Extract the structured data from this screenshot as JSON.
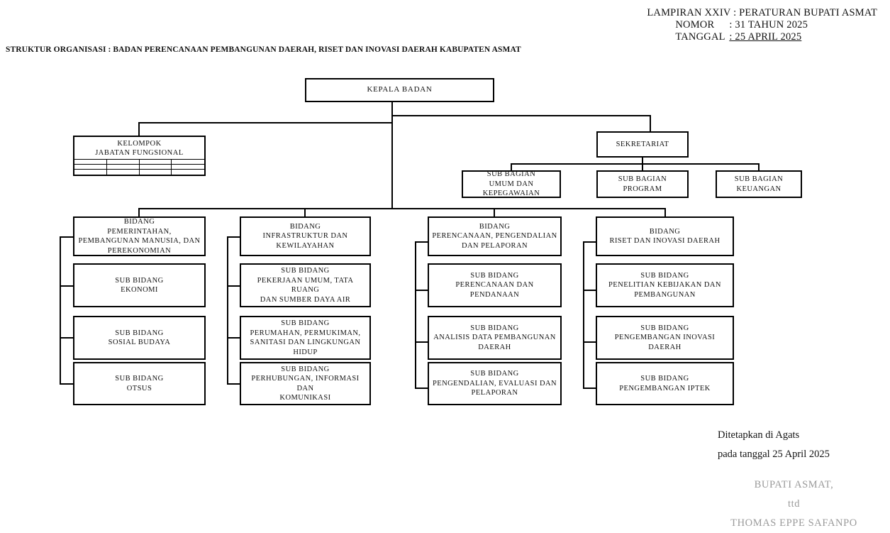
{
  "legal": {
    "line1": "LAMPIRAN XXIV : PERATURAN BUPATI ASMAT",
    "nomor_key": "NOMOR",
    "nomor_val": ": 31 TAHUN 2025",
    "tanggal_key": "TANGGAL",
    "tanggal_val": ":  25 APRIL 2025"
  },
  "doc_title": "STRUKTUR ORGANISASI : BADAN PERENCANAAN PEMBANGUNAN DAERAH,  RISET DAN INOVASI DAERAH KABUPATEN ASMAT",
  "chart_data": {
    "type": "diagram",
    "title": "Struktur Organisasi Badan Perencanaan Pembangunan Daerah, Riset dan Inovasi Daerah Kabupaten Asmat",
    "head": {
      "label": "KEPALA BADAN"
    },
    "functional_group": {
      "label": "KELOMPOK\nJABATAN  FUNGSIONAL",
      "grid_cols": 4,
      "grid_rows": 3
    },
    "secretariat": {
      "label": "SEKRETARIAT",
      "children": [
        {
          "label": "SUB  BAGIAN\nUMUM  DAN\nKEPEGAWAIAN"
        },
        {
          "label": "SUB BAGIAN\nPROGRAM"
        },
        {
          "label": "SUB BAGIAN\nKEUANGAN"
        }
      ]
    },
    "divisions": [
      {
        "label": "BIDANG\nPEMERINTAHAN,\nPEMBANGUNAN  MANUSIA, DAN\nPEREKONOMIAN",
        "children": [
          {
            "label": "SUB BIDANG\nEKONOMI"
          },
          {
            "label": "SUB BIDANG\nSOSIAL  BUDAYA"
          },
          {
            "label": "SUB BIDANG\nOTSUS"
          }
        ]
      },
      {
        "label": "BIDANG\nINFRASTRUKTUR  DAN\nKEWILAYAHAN",
        "children": [
          {
            "label": "SUB  BIDANG\nPEKERJAAN  UMUM, TATA  RUANG\nDAN  SUMBER  DAYA  AIR"
          },
          {
            "label": "SUB BIDANG\nPERUMAHAN,  PERMUKIMAN,\nSANITASI  DAN LINGKUNGAN\nHIDUP"
          },
          {
            "label": "SUB BIDANG\nPERHUBUNGAN,  INFORMASI\nDAN\nKOMUNIKASI"
          }
        ]
      },
      {
        "label": "BIDANG\nPERENCANAAN,  PENGENDALIAN\nDAN  PELAPORAN",
        "children": [
          {
            "label": "SUB BIDANG\nPERENCANAAN  DAN  PENDANAAN"
          },
          {
            "label": "SUB  BIDANG\nANALISIS  DATA  PEMBANGUNAN\nDAERAH"
          },
          {
            "label": "SUB BIDANG\nPENGENDALIAN,  EVALUASI  DAN\nPELAPORAN"
          }
        ]
      },
      {
        "label": "BIDANG\nRISET DAN  INOVASI DAERAH",
        "children": [
          {
            "label": "SUB BIDANG\nPENELITIAN  KEBIJAKAN  DAN\nPEMBANGUNAN"
          },
          {
            "label": "SUB BIDANG\nPENGEMBANGAN  INOVASI\nDAERAH"
          },
          {
            "label": "SUB BIDANG\nPENGEMBANGAN  IPTEK"
          }
        ]
      }
    ]
  },
  "signature": {
    "place": "Ditetapkan di Agats",
    "date": "pada tanggal 25 April 2025",
    "office": "BUPATI ASMAT,",
    "ttd": "ttd",
    "name": "THOMAS EPPE SAFANPO",
    "gray_color": "#9a9a9a"
  }
}
